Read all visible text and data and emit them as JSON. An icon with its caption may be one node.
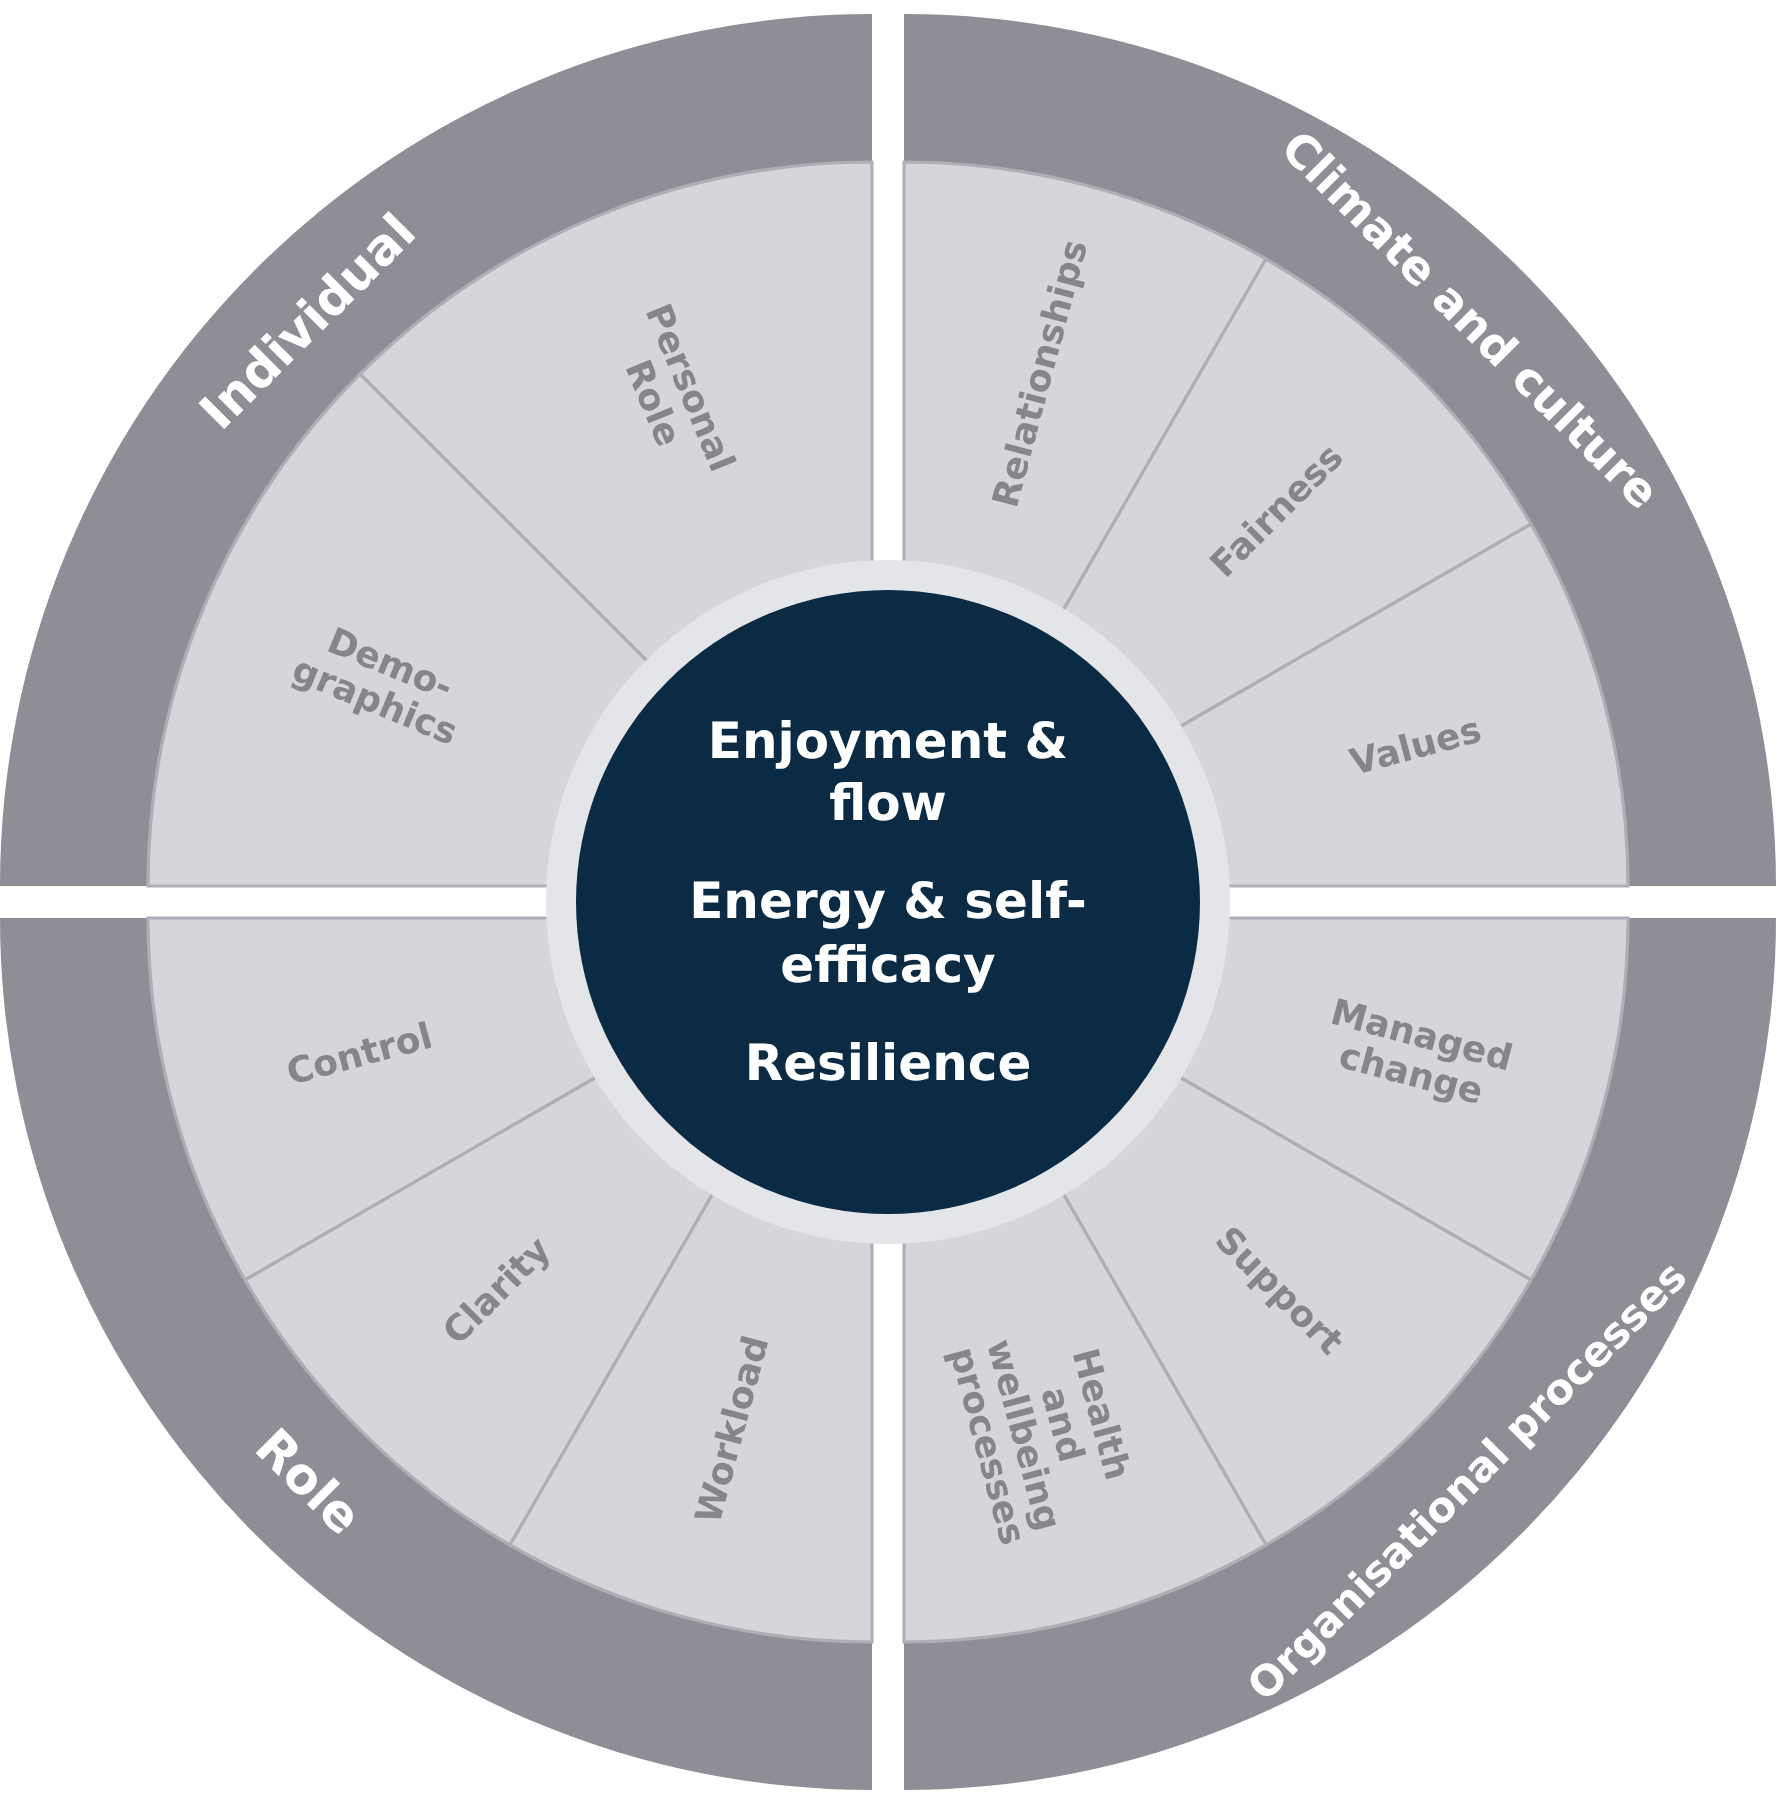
{
  "diagram": {
    "nodes": [
      {
        "text": [
          "Individual"
        ]
      },
      {
        "text": [
          "Personal Role"
        ],
        "in": 0
      },
      {
        "text": [
          "Demo-graphics"
        ],
        "in": 0
      },
      {
        "text": [
          "Climate and culture"
        ]
      },
      {
        "text": [
          "Relationships"
        ],
        "in": 3
      },
      {
        "text": [
          "Fairness"
        ],
        "in": 3
      },
      {
        "text": [
          "Values"
        ],
        "in": 3
      },
      {
        "text": [
          "Enjoyment & flow",
          "Energy & self-efficacy",
          "Resilience"
        ]
      },
      {
        "text": [
          "Role"
        ]
      },
      {
        "text": [
          "Control"
        ],
        "in": 8
      },
      {
        "text": [
          "Clarity"
        ],
        "in": 8
      },
      {
        "text": [
          "Workload"
        ],
        "in": 8
      },
      {
        "text": [
          "Organisational processes"
        ]
      },
      {
        "text": [
          "Managed change"
        ],
        "in": 12
      },
      {
        "text": [
          "Support"
        ],
        "in": 12
      },
      {
        "text": [
          "Health and wellbeing processes"
        ],
        "in": 12
      }
    ]
  }
}
